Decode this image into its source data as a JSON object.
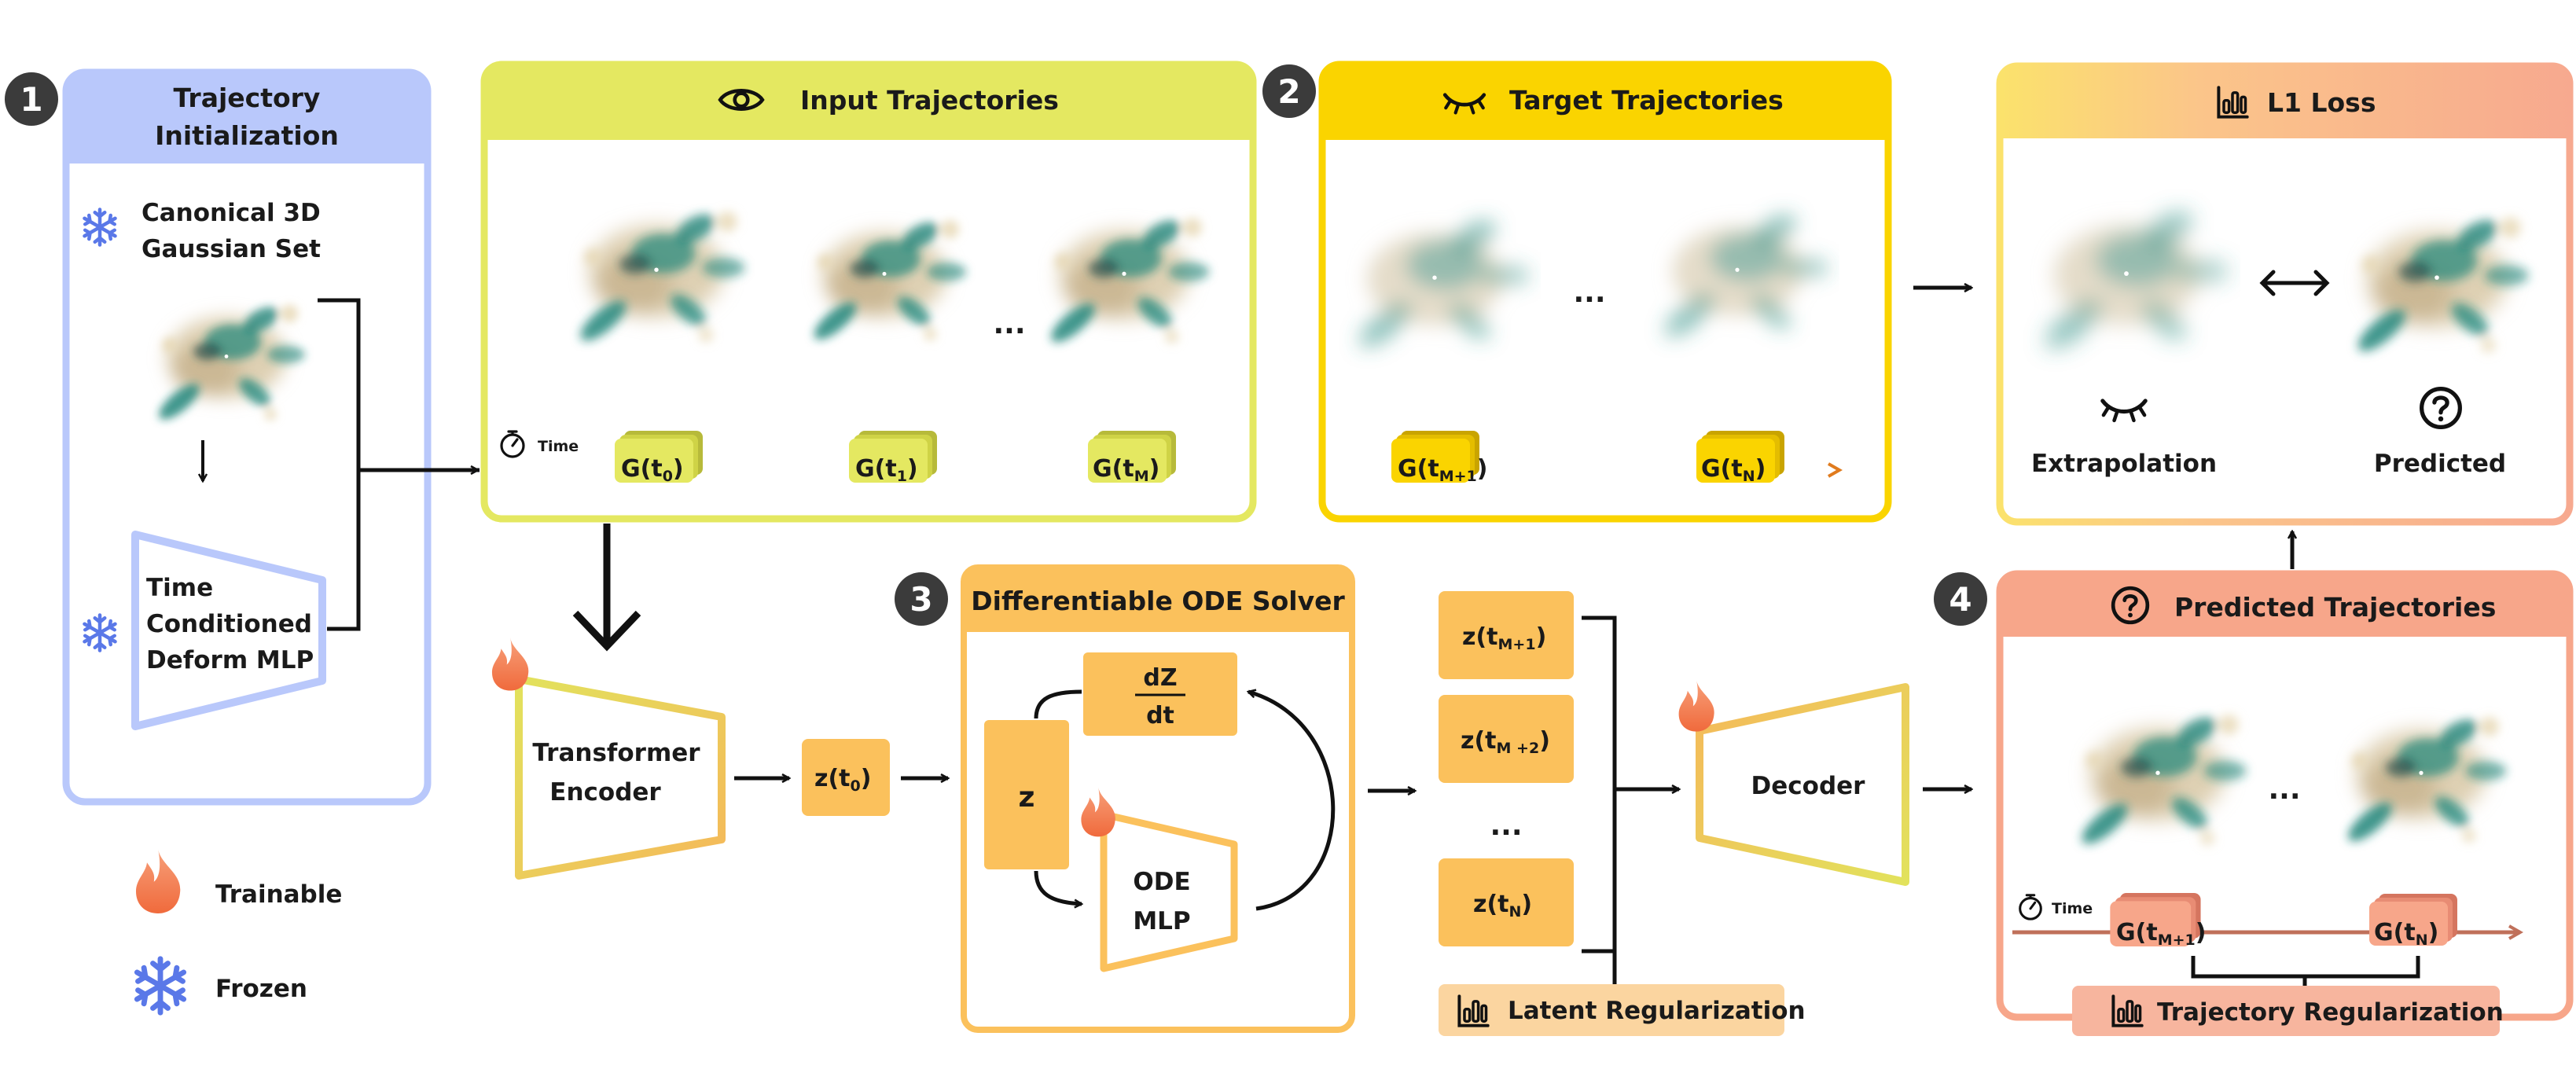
{
  "steps": [
    "1",
    "2",
    "3",
    "4"
  ],
  "init": {
    "title_line1": "Trajectory",
    "title_line2": "Initialization",
    "gaussian_line1": "Canonical 3D",
    "gaussian_line2": "Gaussian Set",
    "mlp_line1": "Time",
    "mlp_line2": "Conditioned",
    "mlp_line3": "Deform MLP",
    "gaussian_icon": "snowflake-icon",
    "mlp_icon": "snowflake-icon"
  },
  "input": {
    "title": "Input Trajectories",
    "icon": "eye-icon",
    "ellipsis": "...",
    "time_label": "Time",
    "chips": [
      {
        "main": "G(t",
        "sub": "0",
        "close": ")"
      },
      {
        "main": "G(t",
        "sub": "1",
        "close": ")"
      },
      {
        "main": "G(t",
        "sub": "M",
        "close": ")"
      }
    ]
  },
  "target": {
    "title": "Target Trajectories",
    "icon": "closed-eye-icon",
    "ellipsis": "...",
    "chips": [
      {
        "main": "G(t",
        "sub": "M+1",
        "close": ")"
      },
      {
        "main": "G(t",
        "sub": "N",
        "close": ")"
      }
    ]
  },
  "loss": {
    "title": "L1 Loss",
    "icon": "bar-chart-icon",
    "left_label": "Extrapolation",
    "right_label": "Predicted",
    "left_icon": "closed-eye-icon",
    "right_icon": "question-icon"
  },
  "encoder": {
    "line1": "Transformer",
    "line2": "Encoder",
    "icon": "flame-icon"
  },
  "z0": {
    "main": "z(t",
    "sub": "0",
    "close": ")"
  },
  "ode": {
    "title": "Differentiable ODE Solver",
    "z": "z",
    "dz": "dZ",
    "dt": "dt",
    "mlp_line1": "ODE",
    "mlp_line2": "MLP",
    "icon": "flame-icon"
  },
  "latents": {
    "items": [
      {
        "main": "z(t",
        "sub": "M+1",
        "close": ")"
      },
      {
        "main": "z(t",
        "sub": "M +2",
        "close": ")"
      },
      {
        "main": "...",
        "sub": "",
        "close": ""
      },
      {
        "main": "z(t",
        "sub": "N",
        "close": ")"
      }
    ],
    "regularization": "Latent Regularization",
    "reg_icon": "bar-chart-icon"
  },
  "decoder": {
    "label": "Decoder",
    "icon": "flame-icon"
  },
  "predicted": {
    "title": "Predicted Trajectories",
    "icon": "question-icon",
    "ellipsis": "...",
    "time_label": "Time",
    "chips": [
      {
        "main": "G(t",
        "sub": "M+1",
        "close": ")"
      },
      {
        "main": "G(t",
        "sub": "N",
        "close": ")"
      }
    ],
    "regularization": "Trajectory Regularization",
    "reg_icon": "bar-chart-icon"
  },
  "legend": {
    "trainable": "Trainable",
    "frozen": "Frozen",
    "trainable_icon": "flame-icon",
    "frozen_icon": "snowflake-icon"
  },
  "colors": {
    "blue": "#b9c8fb",
    "green": "#e4e861",
    "yellow": "#fad400",
    "orange": "#fbc15c",
    "salmon": "#f7a68a",
    "teal": "#1e8579",
    "beige": "#dcccab"
  }
}
